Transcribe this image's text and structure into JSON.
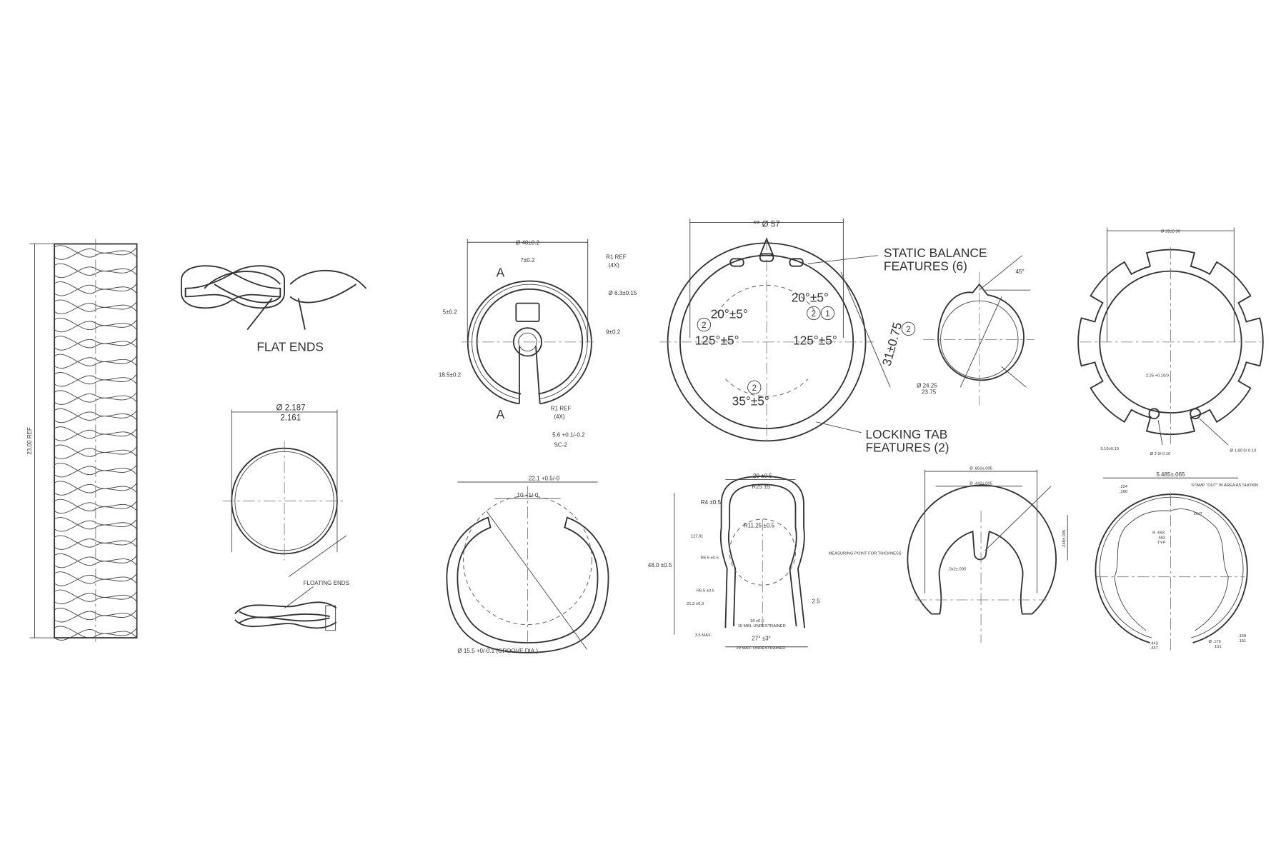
{
  "labels": {
    "spring_length": "23.00 REF",
    "flat_ends": "FLAT ENDS",
    "od_upper": "Ø 2.187",
    "od_lower": "2.161",
    "floating_ends": "FLOATING ENDS",
    "ring1_od": "Ø 40±0.2",
    "ring1_slot": "7±0.2",
    "ring1_section": "A",
    "ring1_r1_top": "R1 REF",
    "ring1_r1_top_qty": "(4X)",
    "ring1_hole": "Ø 6.3±0.15",
    "ring1_5": "5±0.2",
    "ring1_9": "9±0.2",
    "ring1_185": "18.5±0.2",
    "ring1_r1_bot": "R1 REF",
    "ring1_r1_bot_qty": "(4X)",
    "ring1_gap": "5.6 +0.1/-0.2",
    "ring1_sc": "SC-2",
    "dring_width": "22.1 +0.5/-0",
    "dring_gap": "10 +1/-0",
    "dring_groove": "Ø 15.5 +0/-0.1 (GROOVE DIA.)",
    "ring2_od": "** Ø 57",
    "static_balance_1": "STATIC BALANCE",
    "static_balance_2": "FEATURES (6)",
    "angle_20_left": "20°±5°",
    "angle_20_right": "20°±5°",
    "angle_125_left": "125°±5°",
    "angle_125_right": "125°±5°",
    "angle_35": "35°±5°",
    "callout_2": "2",
    "callout_1": "1",
    "dim_31": "31±0.75",
    "locking_tab_1": "LOCKING TAB",
    "locking_tab_2": "FEATURES (2)",
    "keyhole_angle": "45°",
    "keyhole_d_upper": "Ø 24.25",
    "keyhole_d_lower": "23.75",
    "tabring_od": "Ø 28±0.30",
    "tabring_225": "2.25 +0.10/0",
    "tabring_510": "5.10±0.10",
    "tabring_hole1": "Ø 2 0/-0.10",
    "tabring_hole2": "Ø 1.80 0/-0.10",
    "clip_width": "20 ±0.5",
    "clip_r25": "R25 ±5",
    "clip_r4": "R4 ±0.5",
    "clip_r1125": "R11.25 ±0.5",
    "clip_1279": "127.91",
    "clip_r65a": "R6.5 ±0.5",
    "clip_r65b": "R6.5 ±0.5",
    "clip_height": "48.0 ±0.5",
    "clip_213": "21.3 ±0.3",
    "clip_measure": "MEASURING POINT FOR THICKNESS",
    "clip_25": "2.5",
    "clip_18": "18 ±0.5",
    "clip_15min": "15 MIN. UNRESTRAINED",
    "clip_35max": "3.5 MAX.",
    "clip_27": "27° ±3°",
    "clip_29max": "29 MAX. UNRESTRAINED",
    "ering_od": "Ø .850±.005",
    "ering_id": "Ø .442±.005",
    "ering_slot": ".0x2±.005",
    "ering_height": ".248±.005",
    "wave_od": "5.485±.065",
    "wave_224": ".224",
    "wave_206": ".206",
    "wave_stamp": "STAMP \"OUT\" IN AREA AS SHOWN",
    "wave_out": "OUT",
    "wave_r1": "R .693",
    "wave_r2": ".683",
    "wave_typ": "TYP",
    "wave_169": ".169",
    "wave_151": ".151",
    "wave_443": ".443",
    "wave_437": ".437",
    "wave_d176": "Ø .176",
    "wave_d151": ".151"
  },
  "colors": {
    "line": "#333333",
    "background": "#ffffff"
  }
}
